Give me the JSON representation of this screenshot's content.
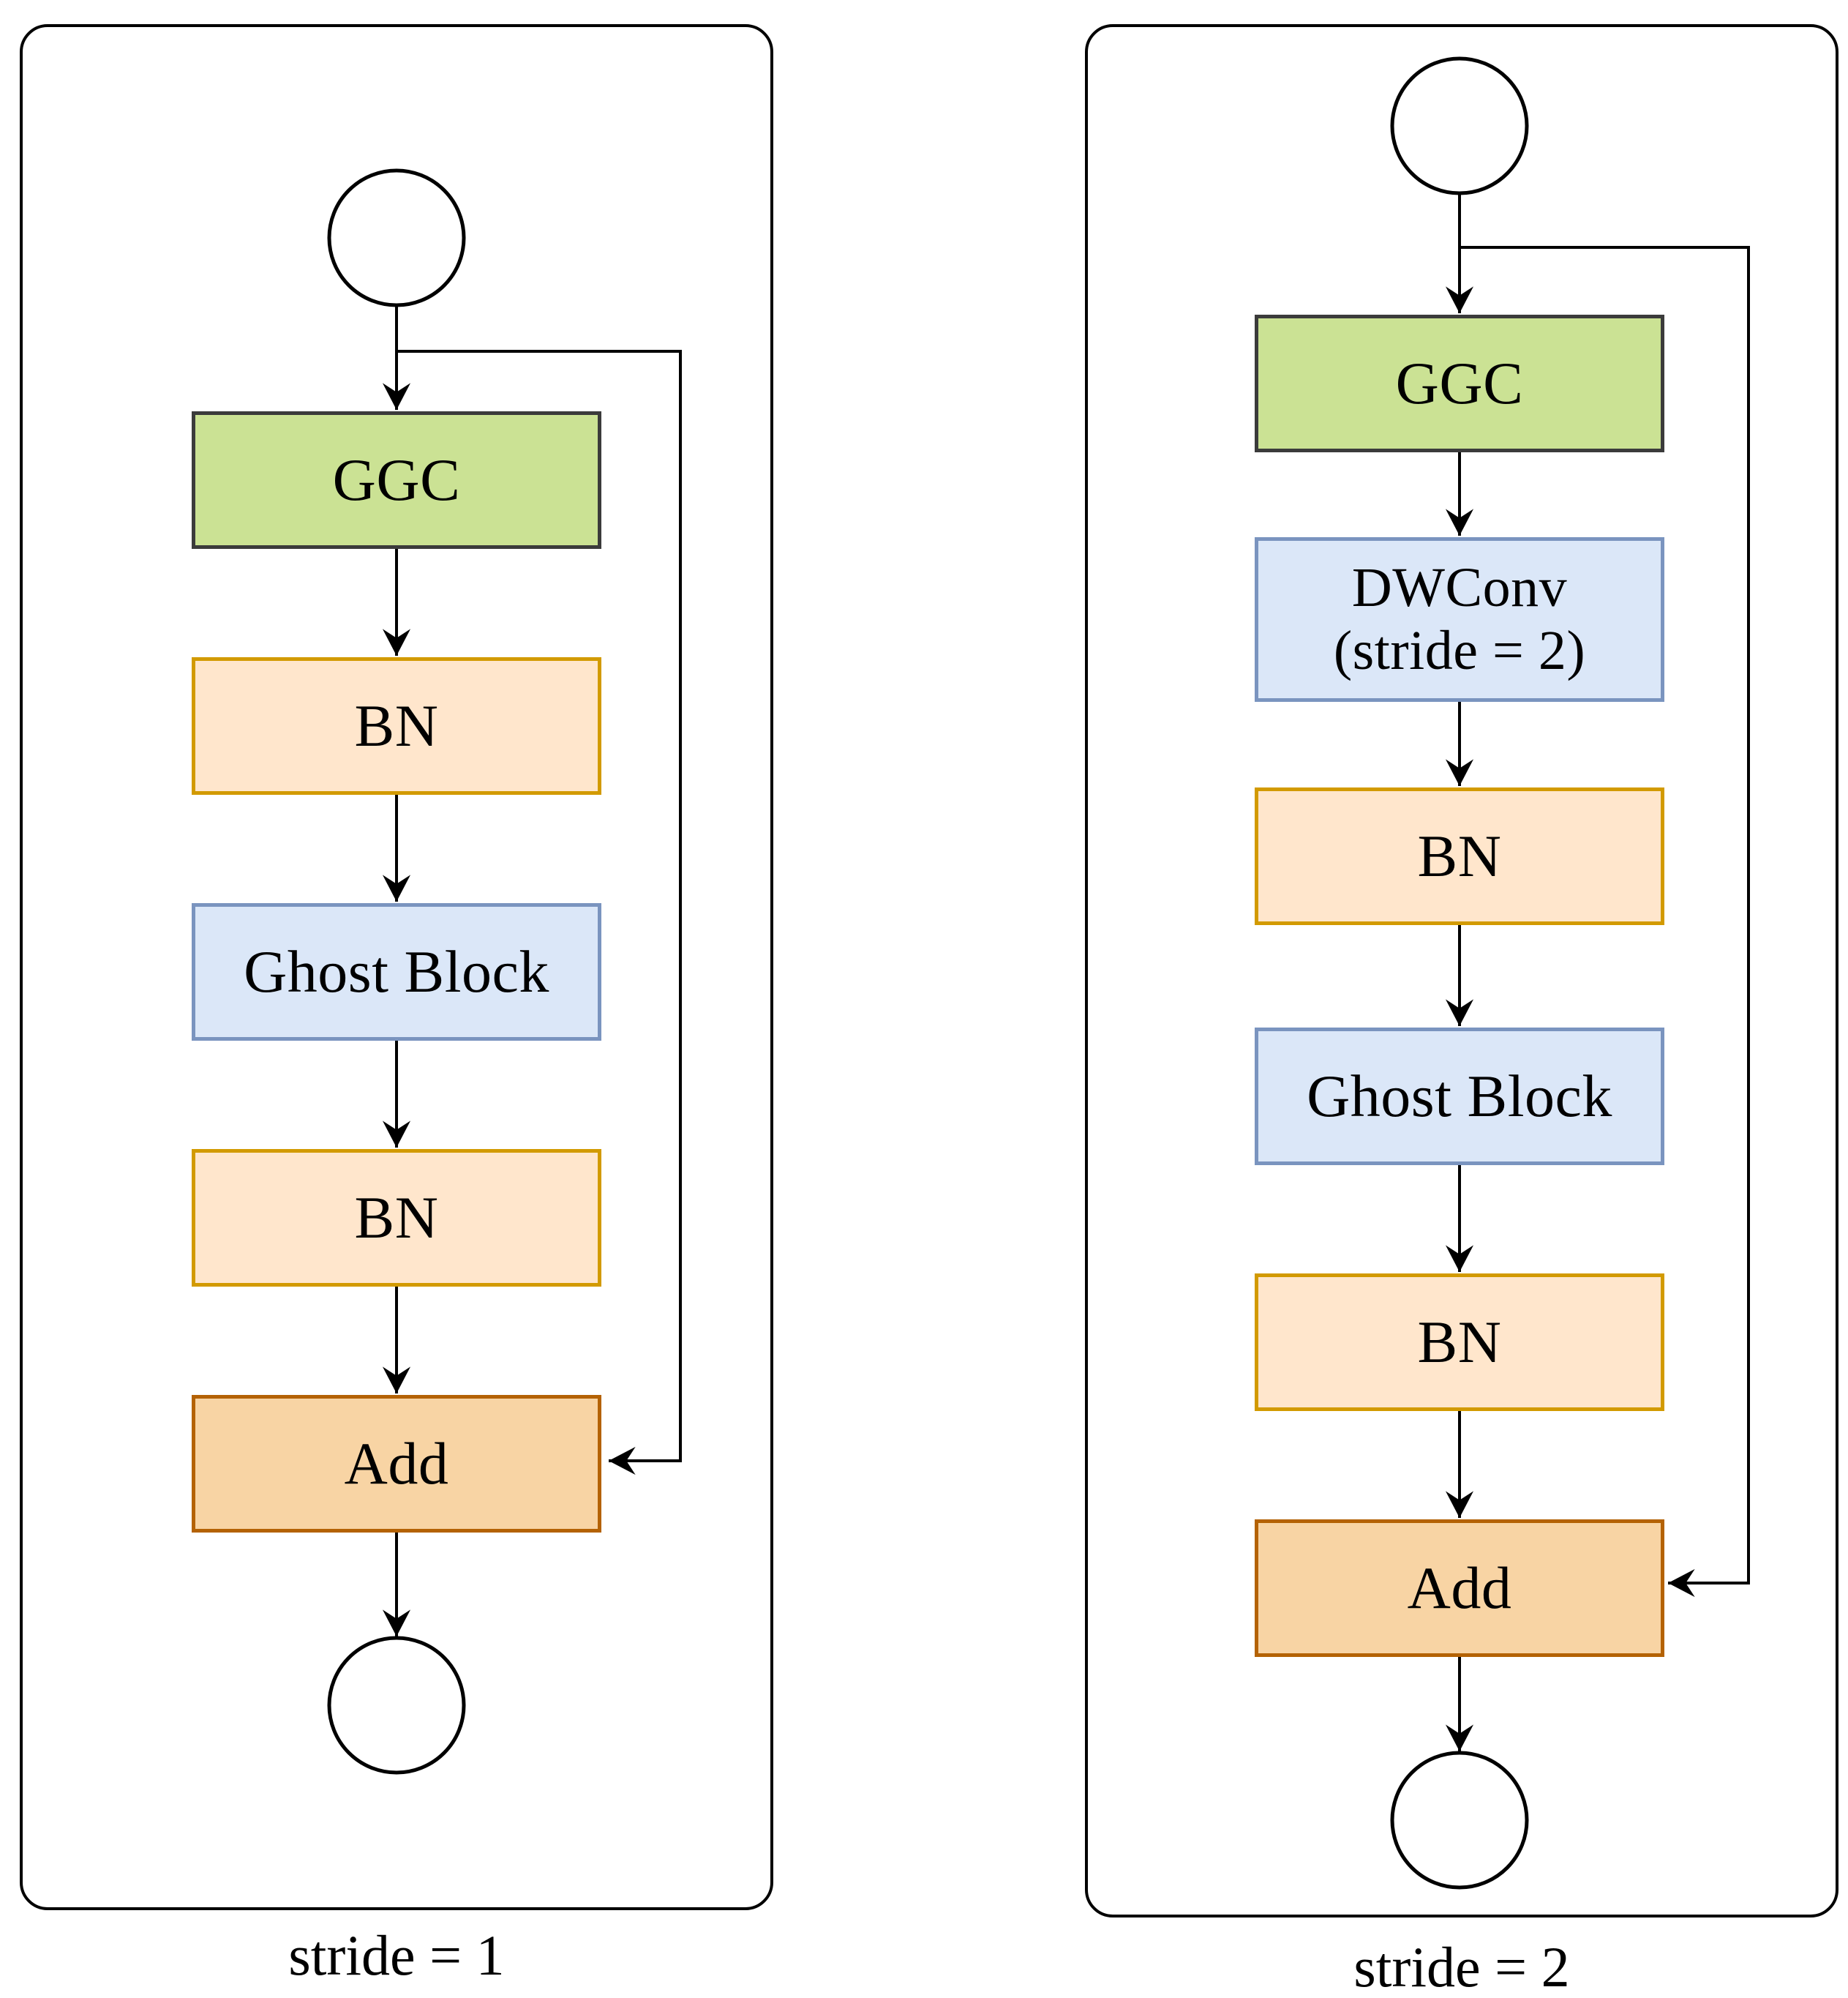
{
  "diagram": {
    "panels": [
      {
        "caption": "stride = 1",
        "nodes": [
          {
            "label": "GGC"
          },
          {
            "label": "BN"
          },
          {
            "label": "Ghost Block"
          },
          {
            "label": "BN"
          },
          {
            "label": "Add"
          }
        ]
      },
      {
        "caption": "stride = 2",
        "nodes": [
          {
            "label": "GGC"
          },
          {
            "label": "DWConv",
            "sublabel": "(stride = 2)"
          },
          {
            "label": "BN"
          },
          {
            "label": "Ghost Block"
          },
          {
            "label": "BN"
          },
          {
            "label": "Add"
          }
        ]
      }
    ],
    "colors": {
      "ggc_fill": "#cbe294",
      "ggc_border": "#3b3b3b",
      "bn_fill": "#ffe6cc",
      "bn_border": "#d29a00",
      "ghost_fill": "#dbe7f8",
      "ghost_border": "#7a94bf",
      "add_fill": "#f8d4a4",
      "add_border": "#b46204",
      "connector": "#000000"
    }
  }
}
